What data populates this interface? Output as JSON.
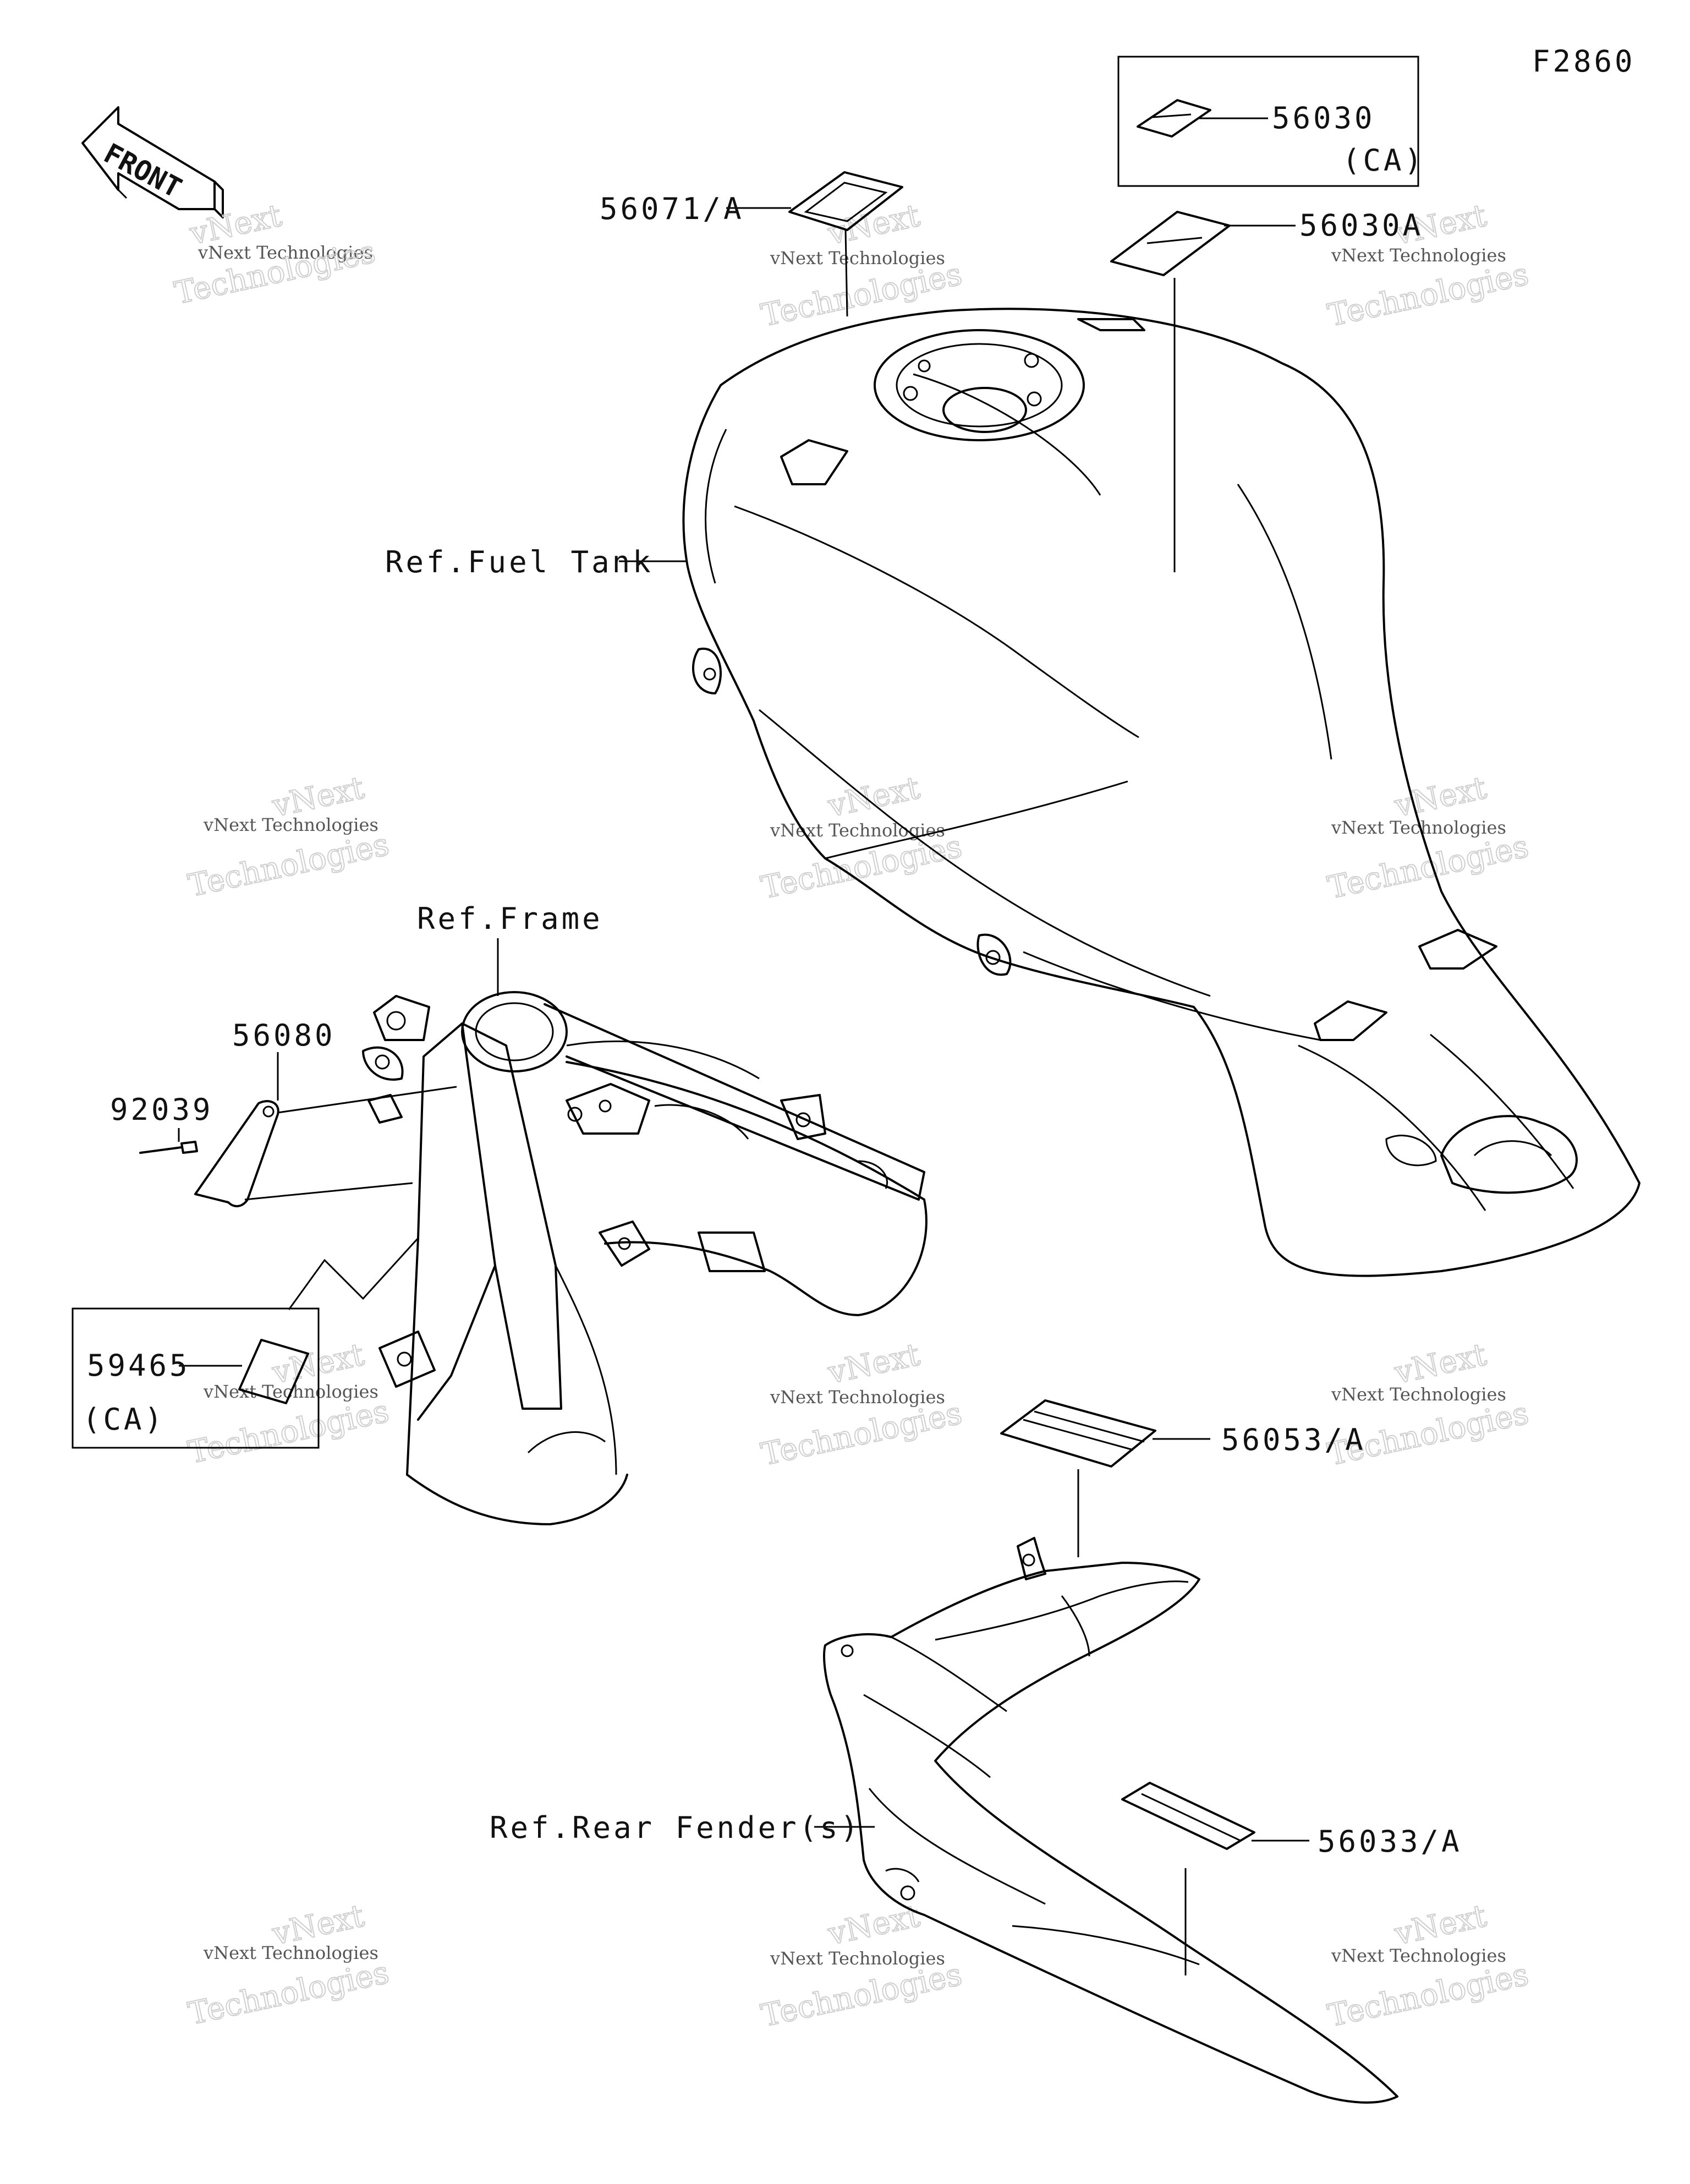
{
  "figure_code": "F2860",
  "front_label": "FRONT",
  "watermark": {
    "brand_line": "vNext Technologies",
    "word_a": "vNext",
    "word_b": "Technologies"
  },
  "labels": {
    "p56030": "56030",
    "p56030_ca": "(CA)",
    "p56071": "56071/A",
    "p56030a": "56030A",
    "ref_fuel_tank": "Ref.Fuel Tank",
    "ref_frame": "Ref.Frame",
    "p56080": "56080",
    "p92039": "92039",
    "p59465": "59465",
    "p59465_ca": "(CA)",
    "p56053": "56053/A",
    "ref_rear_fender": "Ref.Rear Fender(s)",
    "p56033": "56033/A"
  }
}
